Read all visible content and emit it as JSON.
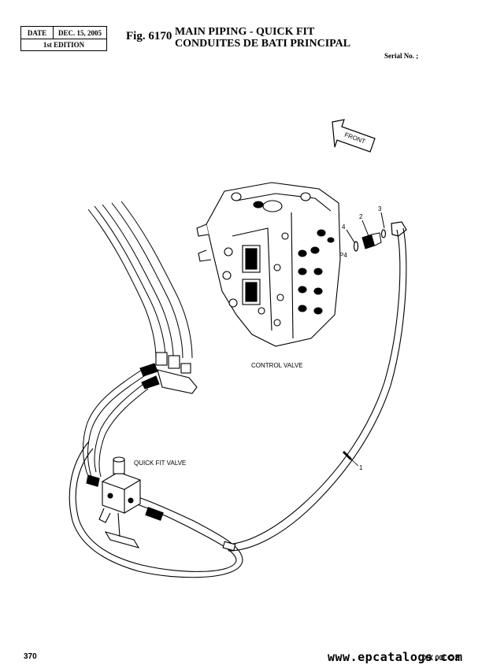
{
  "header": {
    "date_label": "DATE",
    "date_value": "DEC. 15, 2005",
    "edition": "1st EDITION",
    "figure_number": "Fig. 6170",
    "title_en": "MAIN PIPING - QUICK FIT",
    "title_fr": "CONDUITES DE BATI PRINCIPAL",
    "serial": "Serial No. ;"
  },
  "diagram": {
    "front_arrow_label": "FRONT",
    "control_valve_label": "CONTROL VALVE",
    "quick_fit_valve_label": "QUICK FIT VALVE",
    "port_label": "P4",
    "callouts": [
      "1",
      "2",
      "3",
      "4"
    ]
  },
  "footer": {
    "page_number": "370",
    "watermark": "www.epcatalogs.com",
    "model": "XX 00LC-2"
  }
}
